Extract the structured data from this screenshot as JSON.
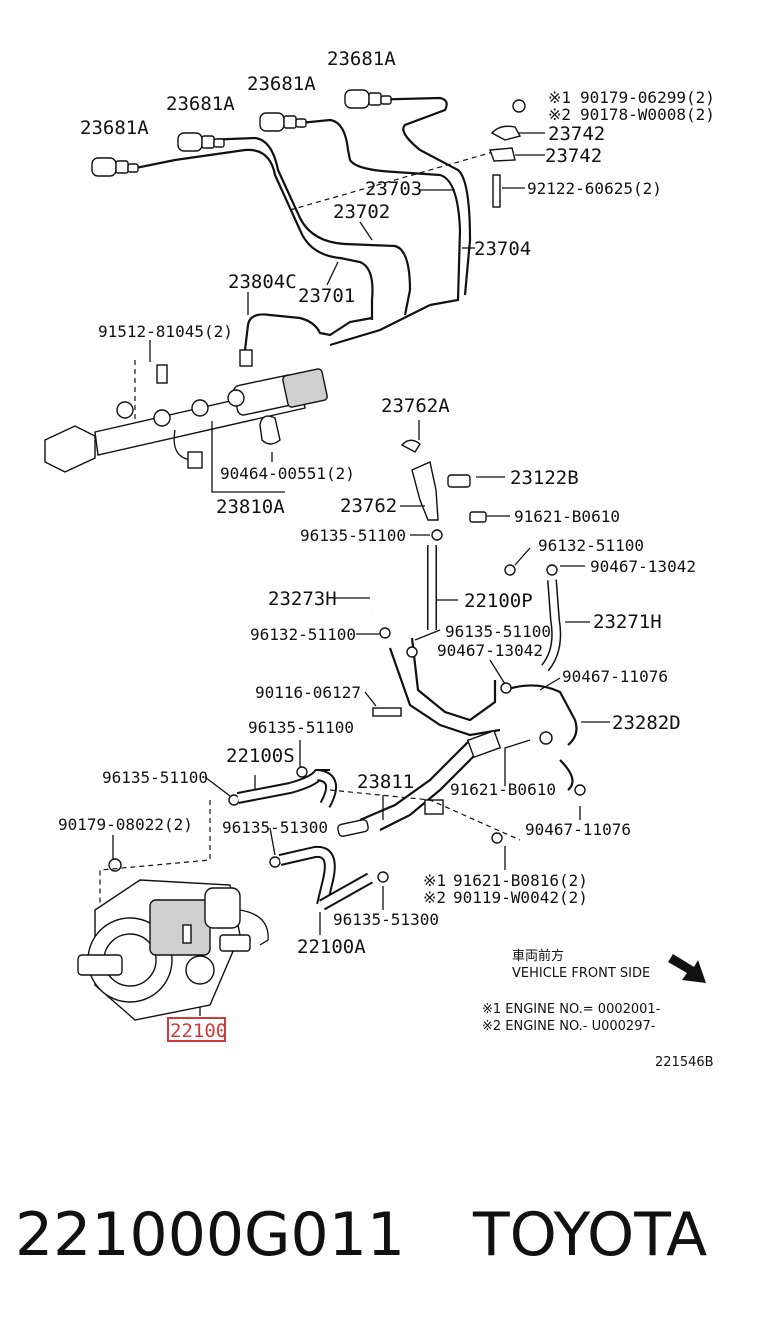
{
  "callouts": {
    "inj1": "23681A",
    "inj2": "23681A",
    "inj3": "23681A",
    "inj4": "23681A",
    "note1_mark": "※1",
    "note1_part": "90179-06299(2)",
    "note2_mark": "※2",
    "note2_part": "90178-W0008(2)",
    "clamp_a": "23742",
    "clamp_b": "23742",
    "pipe_23703": "23703",
    "stud": "92122-60625(2)",
    "pipe_23702": "23702",
    "pipe_23704": "23704",
    "pipe_23804c": "23804C",
    "pipe_23701": "23701",
    "bolt_91512": "91512-81045(2)",
    "clamp_90464": "90464-00551(2)",
    "rail": "23810A",
    "bracket_23762a": "23762A",
    "union_23122b": "23122B",
    "bracket_23762": "23762",
    "bolt_91621_b0610_a": "91621-B0610",
    "clip_96135_a": "96135-51100",
    "clip_96132_a": "96132-51100",
    "clip_90467_a": "90467-13042",
    "hose_23273h": "23273H",
    "hose_22100p": "22100P",
    "hose_23271h": "23271H",
    "clip_96132_b": "96132-51100",
    "clip_96135_b": "96135-51100",
    "clip_90467_b": "90467-13042",
    "clip_90467_c": "90467-11076",
    "bolt_90116": "90116-06127",
    "pipe_23282d": "23282D",
    "clip_96135_c": "96135-51100",
    "hose_22100s": "22100S",
    "clip_96135_d": "96135-51100",
    "pipe_23811": "23811",
    "bolt_91621_b0610_b": "91621-B0610",
    "nut_90179": "90179-08022(2)",
    "clip_96135_e": "96135-51300",
    "clip_90467_d": "90467-11076",
    "note3_mark": "※1",
    "note3_part": "91621-B0816(2)",
    "note4_mark": "※2",
    "note4_part": "90119-W0042(2)",
    "clip_96135_f": "96135-51300",
    "hose_22100a": "22100A",
    "pump": "22100"
  },
  "vehicle_front": {
    "jp": "車両前方",
    "en": "VEHICLE FRONT SIDE"
  },
  "engine_notes": {
    "n1": "※1 ENGINE NO.= 0002001-",
    "n2": "※2 ENGINE NO.- U000297-"
  },
  "drawing_id": "221546B",
  "footer": {
    "part_number": "221000G011",
    "brand": "TOYOTA"
  },
  "colors": {
    "highlight": "#d23a3a",
    "ink": "#111111",
    "background": "#ffffff"
  }
}
